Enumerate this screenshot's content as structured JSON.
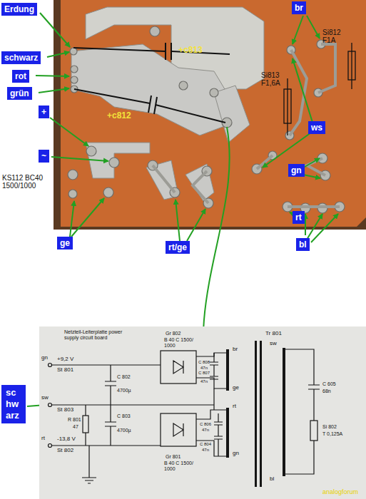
{
  "diagram": {
    "nodes": [
      {
        "text": [
          "Erdung"
        ]
      },
      {
        "text": [
          "schwarz"
        ]
      },
      {
        "text": [
          "rot"
        ]
      },
      {
        "text": [
          "grün"
        ]
      },
      {
        "text": [
          "+"
        ]
      },
      {
        "text": [
          "~"
        ]
      },
      {
        "text": [
          "br"
        ]
      },
      {
        "text": [
          "ws"
        ]
      },
      {
        "text": [
          "gn"
        ]
      },
      {
        "text": [
          "rt"
        ]
      },
      {
        "text": [
          "bl"
        ]
      },
      {
        "text": [
          "ge"
        ]
      },
      {
        "text": [
          "rt/ge"
        ]
      },
      {
        "text": [
          "schwarz"
        ]
      }
    ],
    "labels": [
      "+c813",
      "+c812",
      "Si813 F1,6A",
      "Si812 F1A",
      "KS112 BC40 1500/1000",
      "Netzteil-Leiterplatte power supply circuit board",
      "Tr 801",
      "Gr 802",
      "B 40 C 1500/ 1000",
      "Gr 801",
      "B 40 C 1500/ 1000",
      "gn",
      "+9,2 V",
      "St 801",
      "C 802",
      "4700µ",
      "sw",
      "St 803",
      "C 803",
      "4700µ",
      "R 801",
      "47",
      "rt",
      "-13,8 V",
      "St 802",
      "C 808",
      "47n",
      "C 807",
      "47n",
      "C 806",
      "47n",
      "C 804",
      "47n",
      "br",
      "ge",
      "rt",
      "gn",
      "sw",
      "bl",
      "C 605",
      "68n",
      "Si 802",
      "T 0,125A",
      "analogforum"
    ]
  }
}
